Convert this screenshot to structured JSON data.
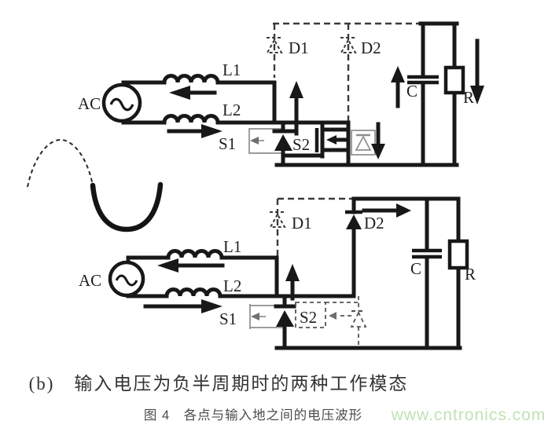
{
  "figure": {
    "caption": "(b)　输入电压为负半周期时的两种工作模态",
    "subcaption": "图 4　各点与输入地之间的电压波形",
    "watermark": "www.cntronics.com",
    "colors": {
      "line": "#181818",
      "inactive_gray": "#8e8e8e",
      "dashed": "#3a3a3a",
      "watermark_green": "#bfe2b4",
      "caption_text": "#333333",
      "subcaption_text": "#4b4b4b"
    },
    "mode1": {
      "labels": {
        "ac": "AC",
        "l1": "L1",
        "l2": "L2",
        "s1": "S1",
        "s2": "S2",
        "d1": "D1",
        "d2": "D2",
        "cap": "C",
        "res": "R"
      }
    },
    "mode2": {
      "labels": {
        "ac": "AC",
        "l1": "L1",
        "l2": "L2",
        "s1": "S1",
        "s2": "S2",
        "d1": "D1",
        "d2": "D2",
        "cap": "C",
        "res": "R"
      }
    }
  }
}
